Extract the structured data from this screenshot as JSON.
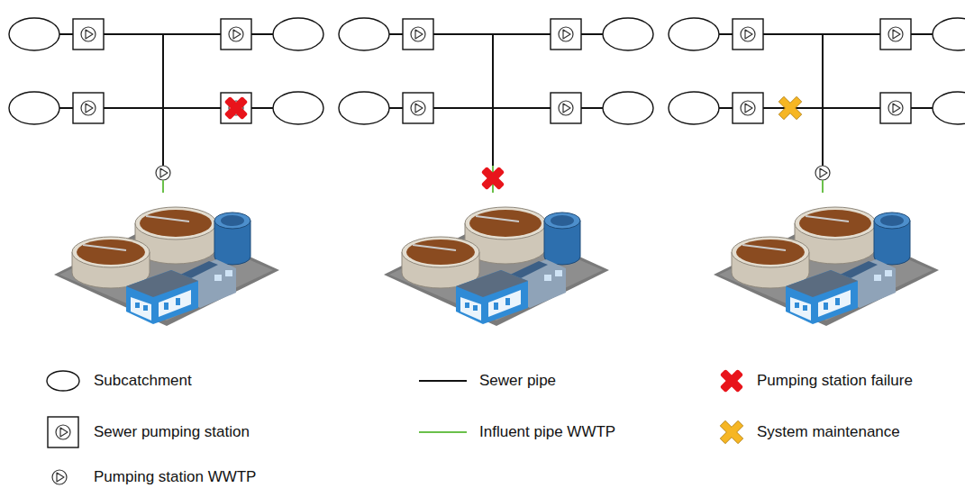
{
  "diagram": {
    "legend": [
      {
        "text": "Subcatchment"
      },
      {
        "text": "Sewer pumping station"
      },
      {
        "text": "Pumping station WWTP"
      },
      {
        "text": "Sewer pipe"
      },
      {
        "text": "Influent pipe WWTP"
      },
      {
        "text": "Pumping station failure"
      },
      {
        "text": "System maintenance"
      }
    ]
  }
}
